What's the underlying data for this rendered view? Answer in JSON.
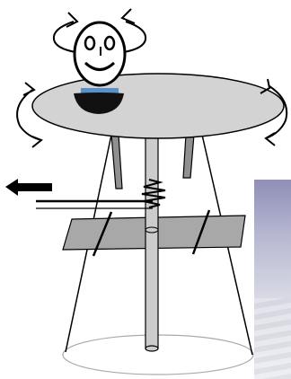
{
  "diagram": {
    "colors": {
      "stroke": "#000000",
      "table_fill": "#d3d3d3",
      "shelf_fill": "#a8a8a8",
      "rod_fill": "#cccccc",
      "leg_fill": "#909090",
      "cup_fill": "#111111",
      "cup_highlight": "#5b8fc9",
      "base_stroke": "#aaaaaa"
    },
    "elements": [
      "person-head-icon",
      "rotation-arrows",
      "rotating-table",
      "conical-frame",
      "central-rod",
      "spring",
      "support-shelf",
      "push-arrow",
      "photo-strip"
    ]
  }
}
